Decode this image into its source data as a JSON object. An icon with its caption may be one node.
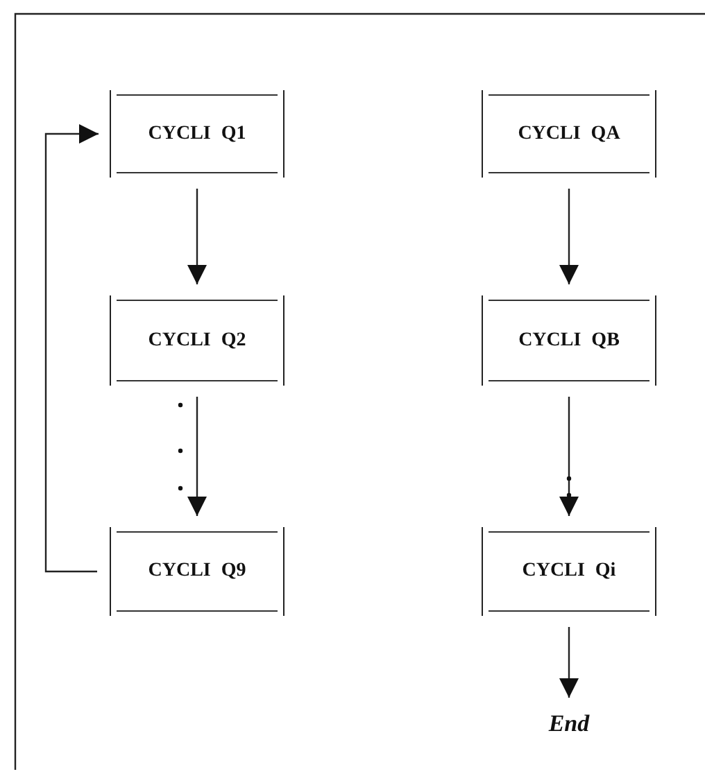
{
  "diagram": {
    "nodes": [
      {
        "text": [
          "CYCLI Q1"
        ]
      },
      {
        "text": [
          "CYCLI Q2"
        ]
      },
      {
        "text": [
          "CYCLI Q9"
        ]
      },
      {
        "text": [
          "CYCLI QA"
        ]
      },
      {
        "text": [
          "CYCLI QB"
        ]
      },
      {
        "text": [
          "CYCLI Qi"
        ]
      },
      {
        "text": [
          "End"
        ]
      }
    ],
    "edges": [
      {
        "from": 0,
        "to": 1,
        "arrow": "to"
      },
      {
        "from": 1,
        "to": 2,
        "arrow": "to"
      },
      {
        "from": 2,
        "to": 0,
        "arrow": "to"
      },
      {
        "from": 3,
        "to": 4,
        "arrow": "to"
      },
      {
        "from": 4,
        "to": 5,
        "arrow": "to"
      },
      {
        "from": 5,
        "to": 6,
        "arrow": "to"
      }
    ]
  }
}
